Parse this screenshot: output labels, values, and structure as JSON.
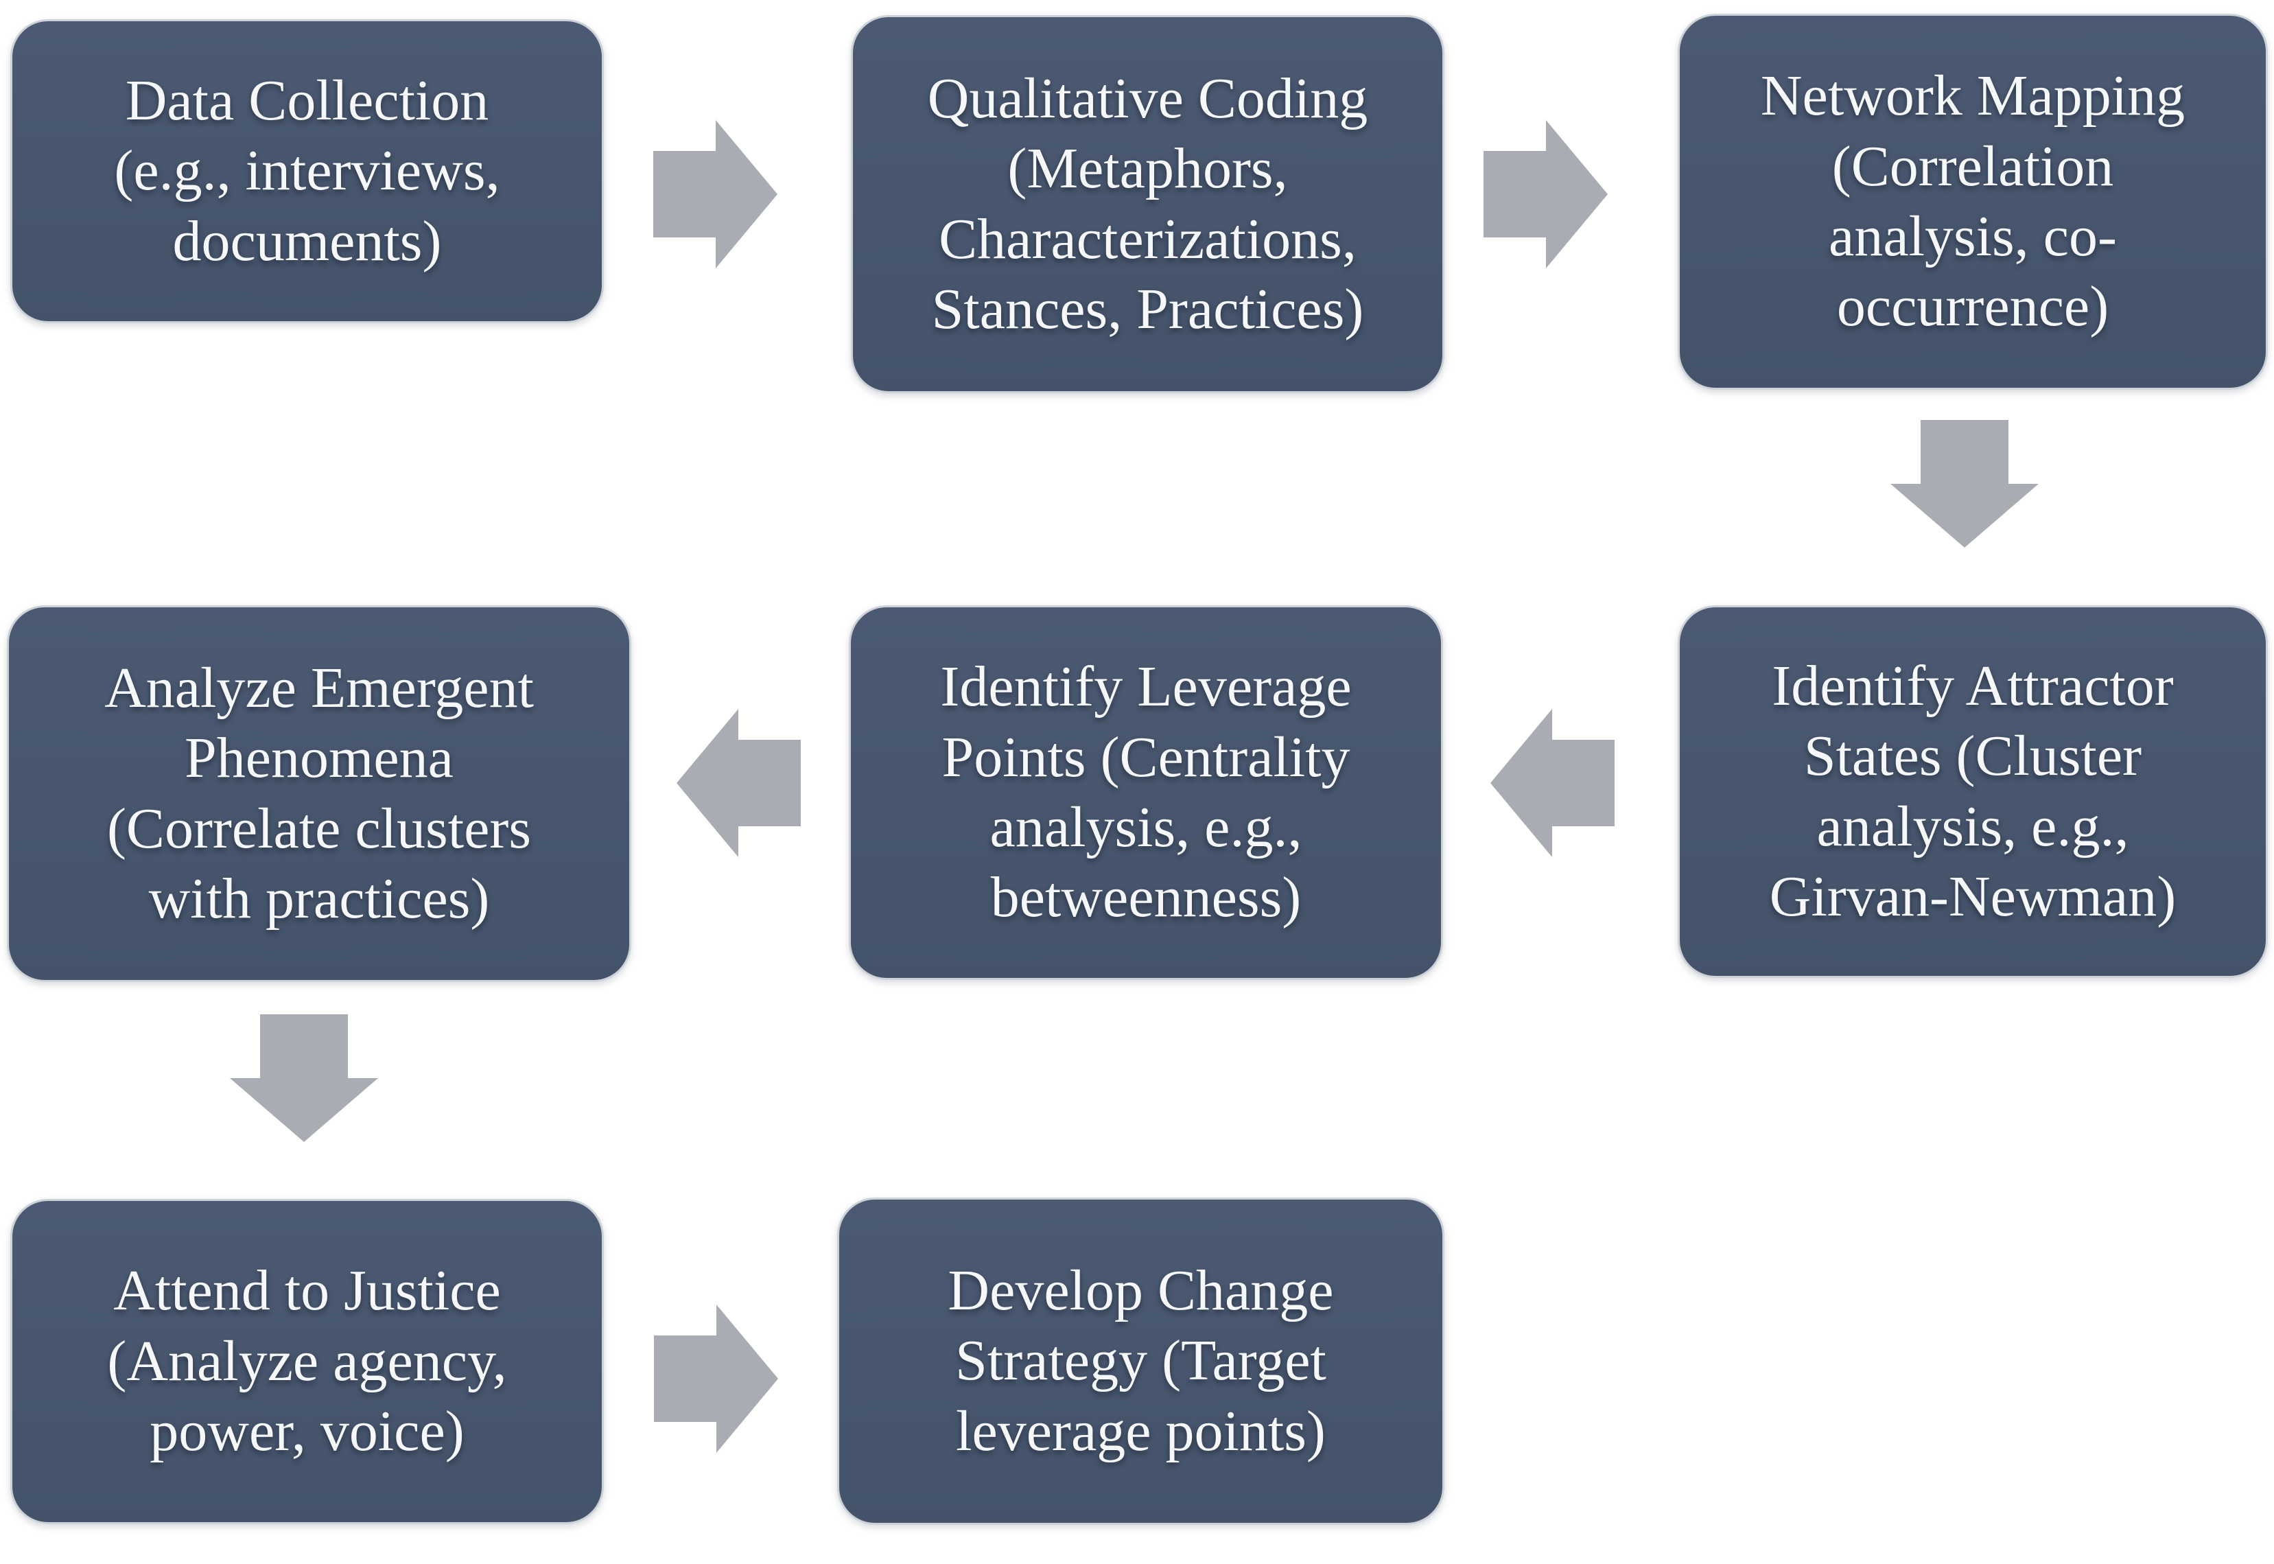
{
  "colors": {
    "background": "#ffffff",
    "node_fill": "#45556b",
    "node_border": "#cdd2d9",
    "text": "#f6f7f9",
    "arrow": "#a9acb3"
  },
  "boxes": [
    {
      "id": "data-collection",
      "lines": [
        "Data Collection",
        "(e.g., interviews,",
        "documents)"
      ]
    },
    {
      "id": "qualitative-coding",
      "lines": [
        "Qualitative Coding",
        "(Metaphors,",
        "Characterizations,",
        "Stances, Practices)"
      ]
    },
    {
      "id": "network-mapping",
      "lines": [
        "Network Mapping",
        "(Correlation",
        "analysis, co-",
        "occurrence)"
      ]
    },
    {
      "id": "identify-attractor-states",
      "lines": [
        "Identify Attractor",
        "States (Cluster",
        "analysis, e.g.,",
        "Girvan-Newman)"
      ]
    },
    {
      "id": "identify-leverage-points",
      "lines": [
        "Identify Leverage",
        "Points (Centrality",
        "analysis, e.g.,",
        "betweenness)"
      ]
    },
    {
      "id": "analyze-emergent-phenomena",
      "lines": [
        "Analyze Emergent",
        "Phenomena",
        "(Correlate clusters",
        "with practices)"
      ]
    },
    {
      "id": "attend-to-justice",
      "lines": [
        "Attend to Justice",
        "(Analyze agency,",
        "power, voice)"
      ]
    },
    {
      "id": "develop-change-strategy",
      "lines": [
        "Develop Change",
        "Strategy (Target",
        "leverage points)"
      ]
    }
  ],
  "arrows": [
    {
      "id": "arrow-data-to-coding",
      "direction": "right"
    },
    {
      "id": "arrow-coding-to-mapping",
      "direction": "right"
    },
    {
      "id": "arrow-mapping-to-attractor",
      "direction": "down"
    },
    {
      "id": "arrow-attractor-to-leverage",
      "direction": "left"
    },
    {
      "id": "arrow-leverage-to-emergent",
      "direction": "left"
    },
    {
      "id": "arrow-emergent-to-justice",
      "direction": "down"
    },
    {
      "id": "arrow-justice-to-strategy",
      "direction": "right"
    }
  ]
}
